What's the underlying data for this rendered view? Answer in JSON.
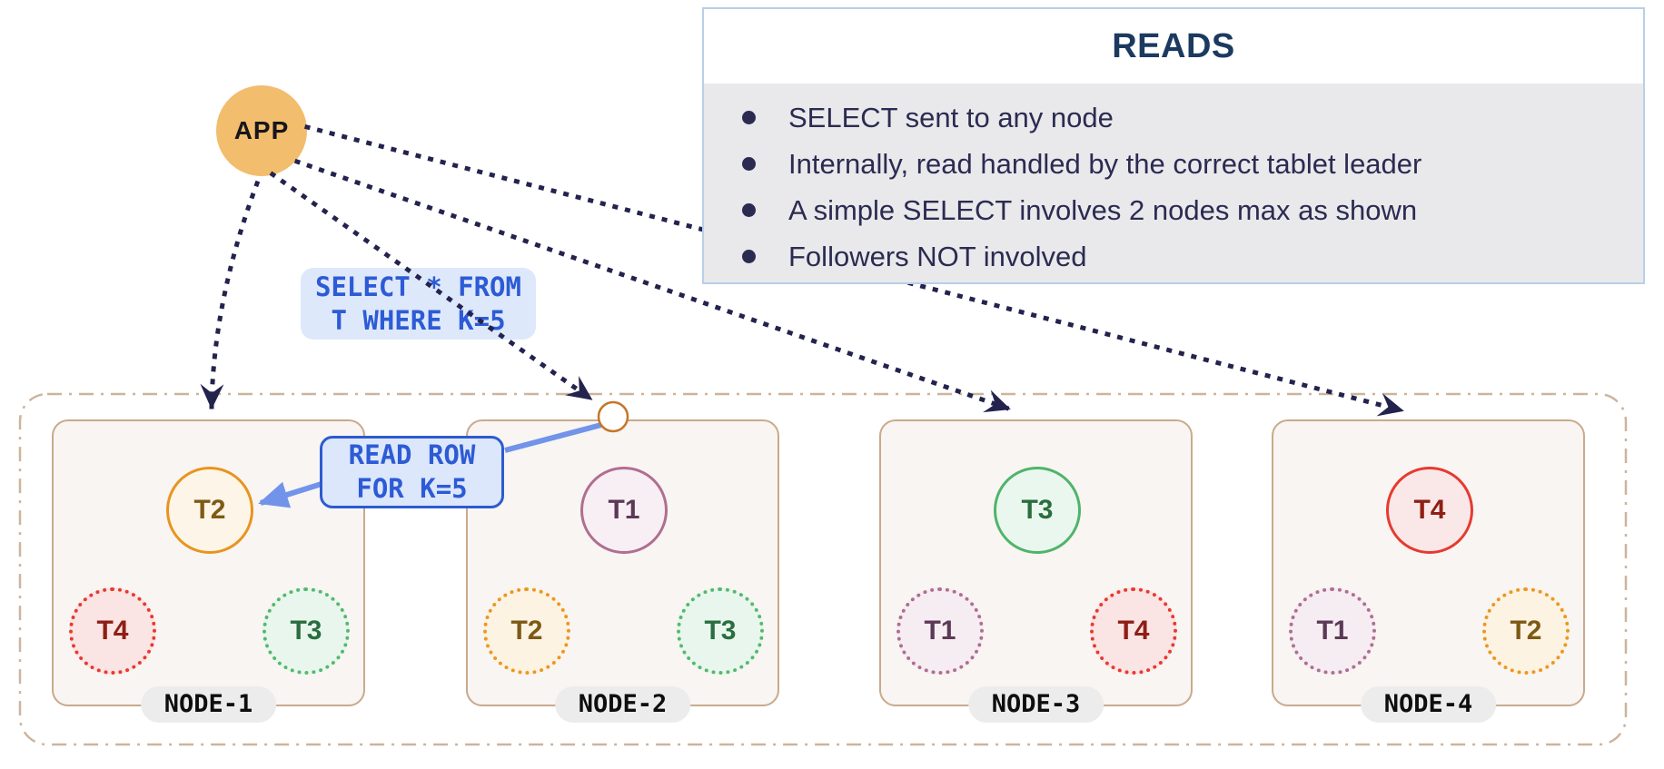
{
  "app_node": {
    "label": "APP"
  },
  "reads_panel": {
    "title": "READS",
    "bullets": [
      "SELECT sent to any node",
      "Internally, read handled by the correct tablet leader",
      "A simple SELECT involves 2 nodes max as shown",
      "Followers NOT involved"
    ]
  },
  "callouts": {
    "select_query": [
      "SELECT * FROM",
      "T WHERE K=5"
    ],
    "read_row": [
      "READ ROW",
      "FOR K=5"
    ]
  },
  "nodes": [
    {
      "name": "NODE-1",
      "leader": {
        "label": "T2",
        "color": "orange"
      },
      "followers": [
        {
          "label": "T4",
          "color": "red"
        },
        {
          "label": "T3",
          "color": "green"
        }
      ]
    },
    {
      "name": "NODE-2",
      "leader": {
        "label": "T1",
        "color": "purple"
      },
      "followers": [
        {
          "label": "T2",
          "color": "orange"
        },
        {
          "label": "T3",
          "color": "green"
        }
      ]
    },
    {
      "name": "NODE-3",
      "leader": {
        "label": "T3",
        "color": "green"
      },
      "followers": [
        {
          "label": "T1",
          "color": "purple"
        },
        {
          "label": "T4",
          "color": "red"
        }
      ]
    },
    {
      "name": "NODE-4",
      "leader": {
        "label": "T4",
        "color": "red"
      },
      "followers": [
        {
          "label": "T1",
          "color": "purple"
        },
        {
          "label": "T2",
          "color": "orange"
        }
      ]
    }
  ],
  "palette": {
    "app_fill": "#F2BD6D",
    "arrow_navy": "#23234E",
    "blue_text": "#2D5BD6",
    "blue_border": "#2D5BD0",
    "blue_arrow": "#7193EA",
    "callout_bg": "#DEE8FB",
    "node_fill": "#F8F5F2",
    "node_border": "#C9AA8C",
    "cluster_border": "#CDB49C",
    "pill_bg": "#ECECEC",
    "panel_border": "#B9CFE9",
    "panel_body_bg": "#E9E9EB",
    "panel_title": "#1C3A60",
    "panel_text": "#2B2B52",
    "tablet_orange": "#E8941F",
    "tablet_red": "#E63A30",
    "tablet_green": "#4FB46A",
    "tablet_purple": "#B06E90",
    "entry_circle_border": "#C5762A"
  }
}
